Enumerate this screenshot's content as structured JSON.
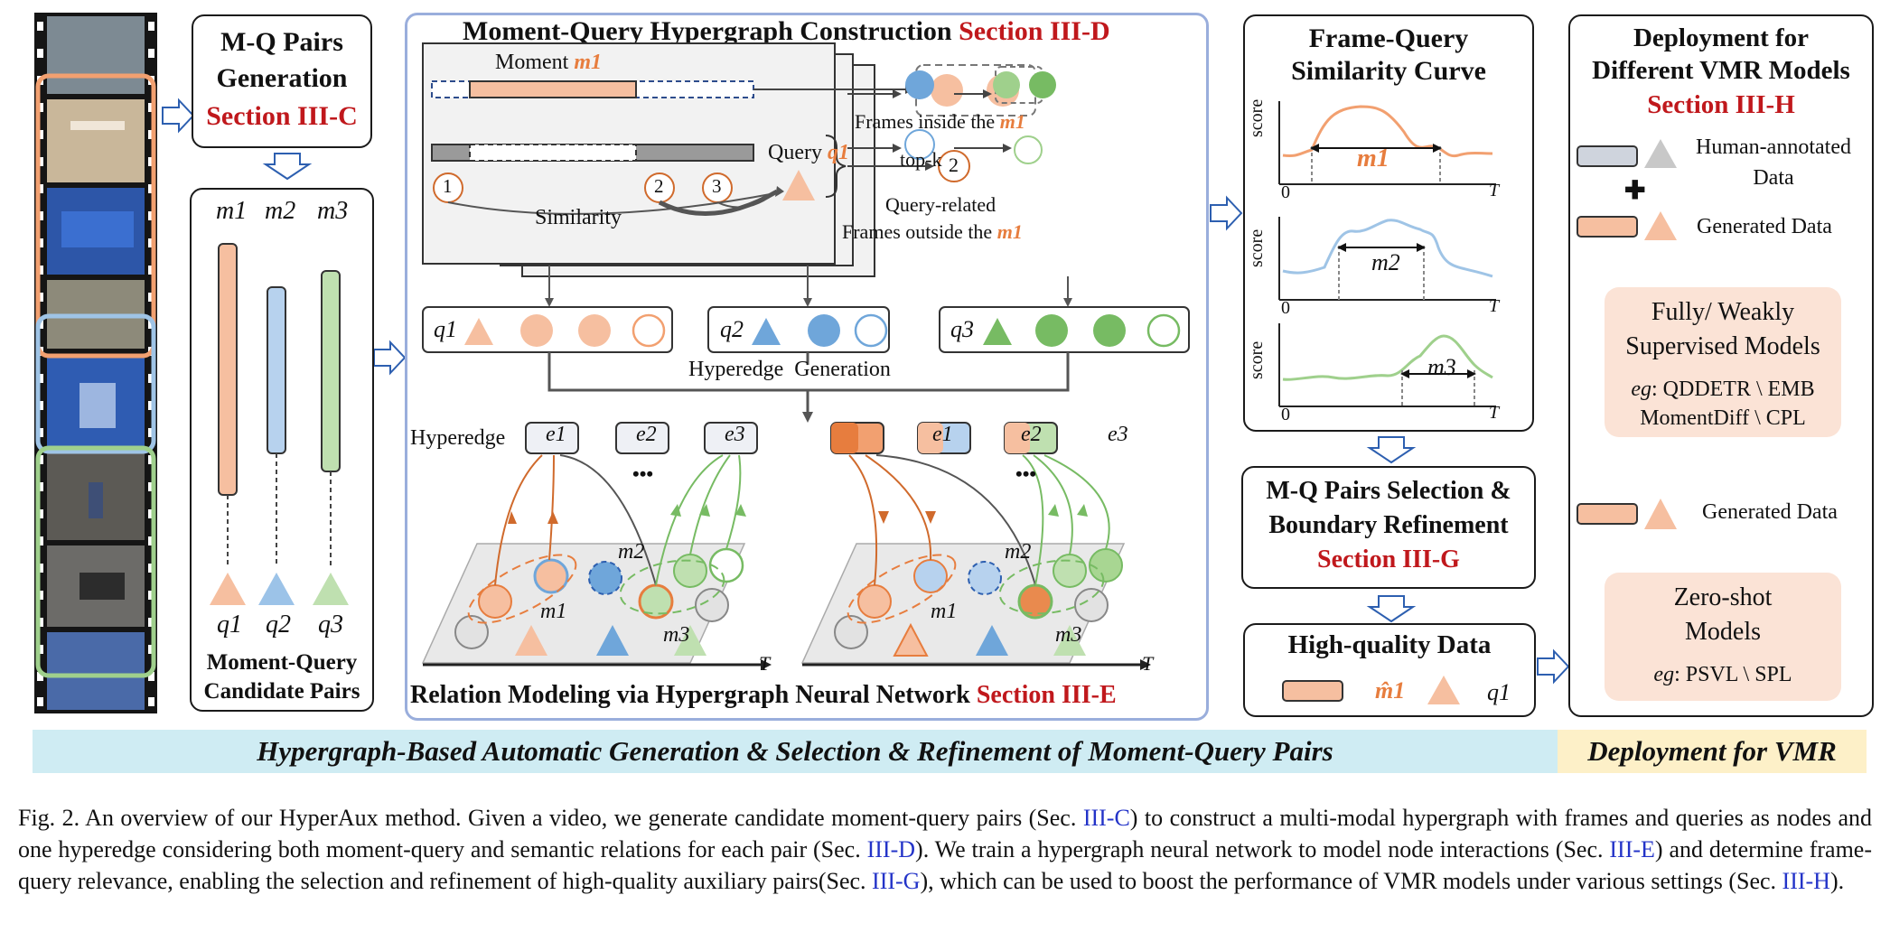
{
  "mq_gen": {
    "title_l1": "M-Q Pairs",
    "title_l2": "Generation",
    "section": "Section III-C"
  },
  "candidates": {
    "moments": [
      "m1",
      "m2",
      "m3"
    ],
    "queries": [
      "q1",
      "q2",
      "q3"
    ],
    "label_l1": "Moment-Query",
    "label_l2": "Candidate Pairs"
  },
  "hyper": {
    "title": "Moment-Query Hypergraph Construction",
    "section": "Section III-D",
    "moment_label": "Moment",
    "moment_var": "m1",
    "frames_inside": "Frames inside the",
    "query_label": "Query",
    "query_var": "q1",
    "topk": "top-k",
    "similarity": "Similarity",
    "query_related": "Query-related",
    "frames_outside": "Frames outside the",
    "nodes": [
      "1",
      "2",
      "3"
    ],
    "selected_node": "2",
    "hyperedge_generation": "Hyperedge  Generation",
    "hyperedge_label": "Hyperedge",
    "edges": [
      "e1",
      "e2",
      "e3"
    ],
    "ellipsis": "•••",
    "axis_t": "T",
    "graph_m1": "m1",
    "graph_m2": "m2",
    "graph_m3": "m3",
    "relation_title": "Relation Modeling via Hypergraph Neural Network",
    "relation_section": "Section III-E"
  },
  "curve": {
    "title_l1": "Frame-Query",
    "title_l2": "Similarity Curve",
    "ylabel": "score",
    "x0": "0",
    "xT": "T",
    "moments": [
      "m1",
      "m2",
      "m3"
    ],
    "series_colors": [
      "#f2a070",
      "#9fc4e6",
      "#9fd08c"
    ]
  },
  "selection": {
    "title_l1": "M-Q Pairs Selection &",
    "title_l2": "Boundary Refinement",
    "section": "Section III-G"
  },
  "hq": {
    "title": "High-quality Data",
    "moment": "m̂1",
    "query": "q1"
  },
  "deploy": {
    "title_l1": "Deployment for",
    "title_l2": "Different VMR Models",
    "section": "Section III-H",
    "human_l1": "Human-annotated",
    "human_l2": "Data",
    "plus": "✚",
    "generated": "Generated Data",
    "fully_l1": "Fully/ Weakly",
    "fully_l2": "Supervised Models",
    "fully_eg_l1_prefix": "eg",
    "fully_eg_l1": ": QDDETR \\ EMB",
    "fully_eg_l2": "MomentDiff \\ CPL",
    "generated2": "Generated Data",
    "zero_l1": "Zero-shot",
    "zero_l2": "Models",
    "zero_eg_prefix": "eg",
    "zero_eg": ": PSVL \\ SPL"
  },
  "banner_main": "Hypergraph-Based Automatic Generation & Selection & Refinement of Moment-Query Pairs",
  "banner_deploy": "Deployment for VMR",
  "caption": {
    "p1": "Fig. 2.   An overview of our HyperAux method. Given a video, we generate candidate moment-query pairs (Sec. ",
    "r1": "III-C",
    "p2": ") to construct a multi-modal hypergraph with frames and queries as nodes and one hyperedge considering both moment-query and semantic relations for each pair (Sec. ",
    "r2": "III-D",
    "p3": "). We train a hypergraph neural network to model node interactions (Sec. ",
    "r3": "III-E",
    "p4": ") and determine frame-query relevance, enabling the selection and refinement of high-quality auxiliary pairs(Sec. ",
    "r4": "III-G",
    "p5": "), which can be used to boost the performance of VMR models under various settings (Sec. ",
    "r5": "III-H",
    "p6": ")."
  },
  "colors": {
    "orange": "#f6bfa0",
    "orange_dark": "#e77d3e",
    "blue": "#b7d2ee",
    "blue_dark": "#6fa6da",
    "green": "#bfe0b0",
    "green_dark": "#77bb63",
    "red": "#c0181c",
    "banner_blue": "#cfecf3",
    "banner_yellow": "#fdf0c8",
    "peach": "#fbe3d6"
  }
}
